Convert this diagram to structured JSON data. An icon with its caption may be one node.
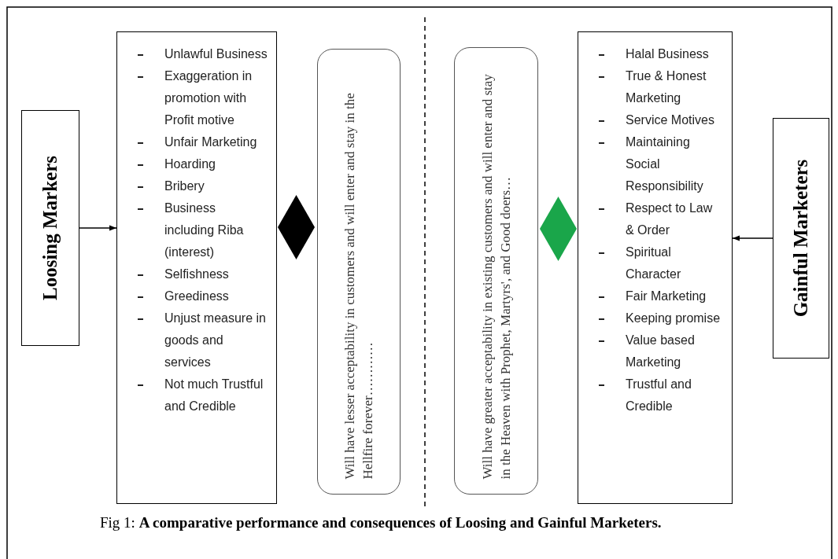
{
  "diagram": {
    "caption": "Fig 1: **A comparative performance and consequences of Loosing and Gainful Marketers.**",
    "nodes": [
      {
        "text": [
          "Loosing Markers"
        ]
      },
      {
        "text": [
          "Unlawful Business",
          "Exaggeration in promotion with Profit motive",
          "Unfair Marketing",
          "Hoarding",
          "Bribery",
          "Business including Riba (interest)",
          "Selfishness",
          "Greediness",
          "Unjust measure in goods and services",
          "Not much Trustful and Credible"
        ]
      },
      {
        "text": [],
        "shape": "diamond"
      },
      {
        "text": [
          "Will have lesser acceptability in customers and will enter and stay in the Hellfire forever…………"
        ]
      },
      {
        "text": [
          "Will have greater acceptability in existing customers and will enter and stay in the Heaven with Prophet, Martyrs', and Good doers…"
        ]
      },
      {
        "text": [],
        "shape": "diamond"
      },
      {
        "text": [
          "Halal Business",
          "True & Honest Marketing",
          "Service Motives",
          "Maintaining Social Responsibility",
          "Respect to Law & Order",
          "Spiritual Character",
          "Fair Marketing",
          "Keeping promise",
          "Value based Marketing",
          "Trustful and Credible"
        ]
      },
      {
        "text": [
          "Gainful Marketers"
        ]
      }
    ],
    "edges": [
      {
        "from": 0,
        "to": 1,
        "arrow": "to"
      },
      {
        "from": 7,
        "to": 6,
        "arrow": "to"
      }
    ]
  }
}
